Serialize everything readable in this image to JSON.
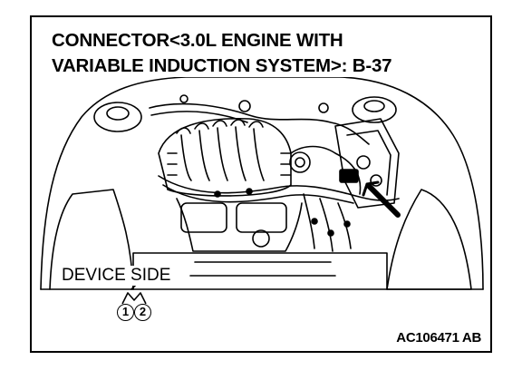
{
  "figure": {
    "title_line_1": "CONNECTOR<3.0L ENGINE WITH",
    "title_line_2": "VARIABLE INDUCTION SYSTEM>: B-37",
    "device_label": "DEVICE SIDE",
    "pins": [
      "1",
      "2"
    ],
    "reference_code": "AC106471 AB"
  },
  "colors": {
    "ink": "#000000",
    "paper": "#ffffff"
  },
  "icons": {
    "connector": "connector-face-icon",
    "pointer": "arrow-pointer-icon"
  }
}
